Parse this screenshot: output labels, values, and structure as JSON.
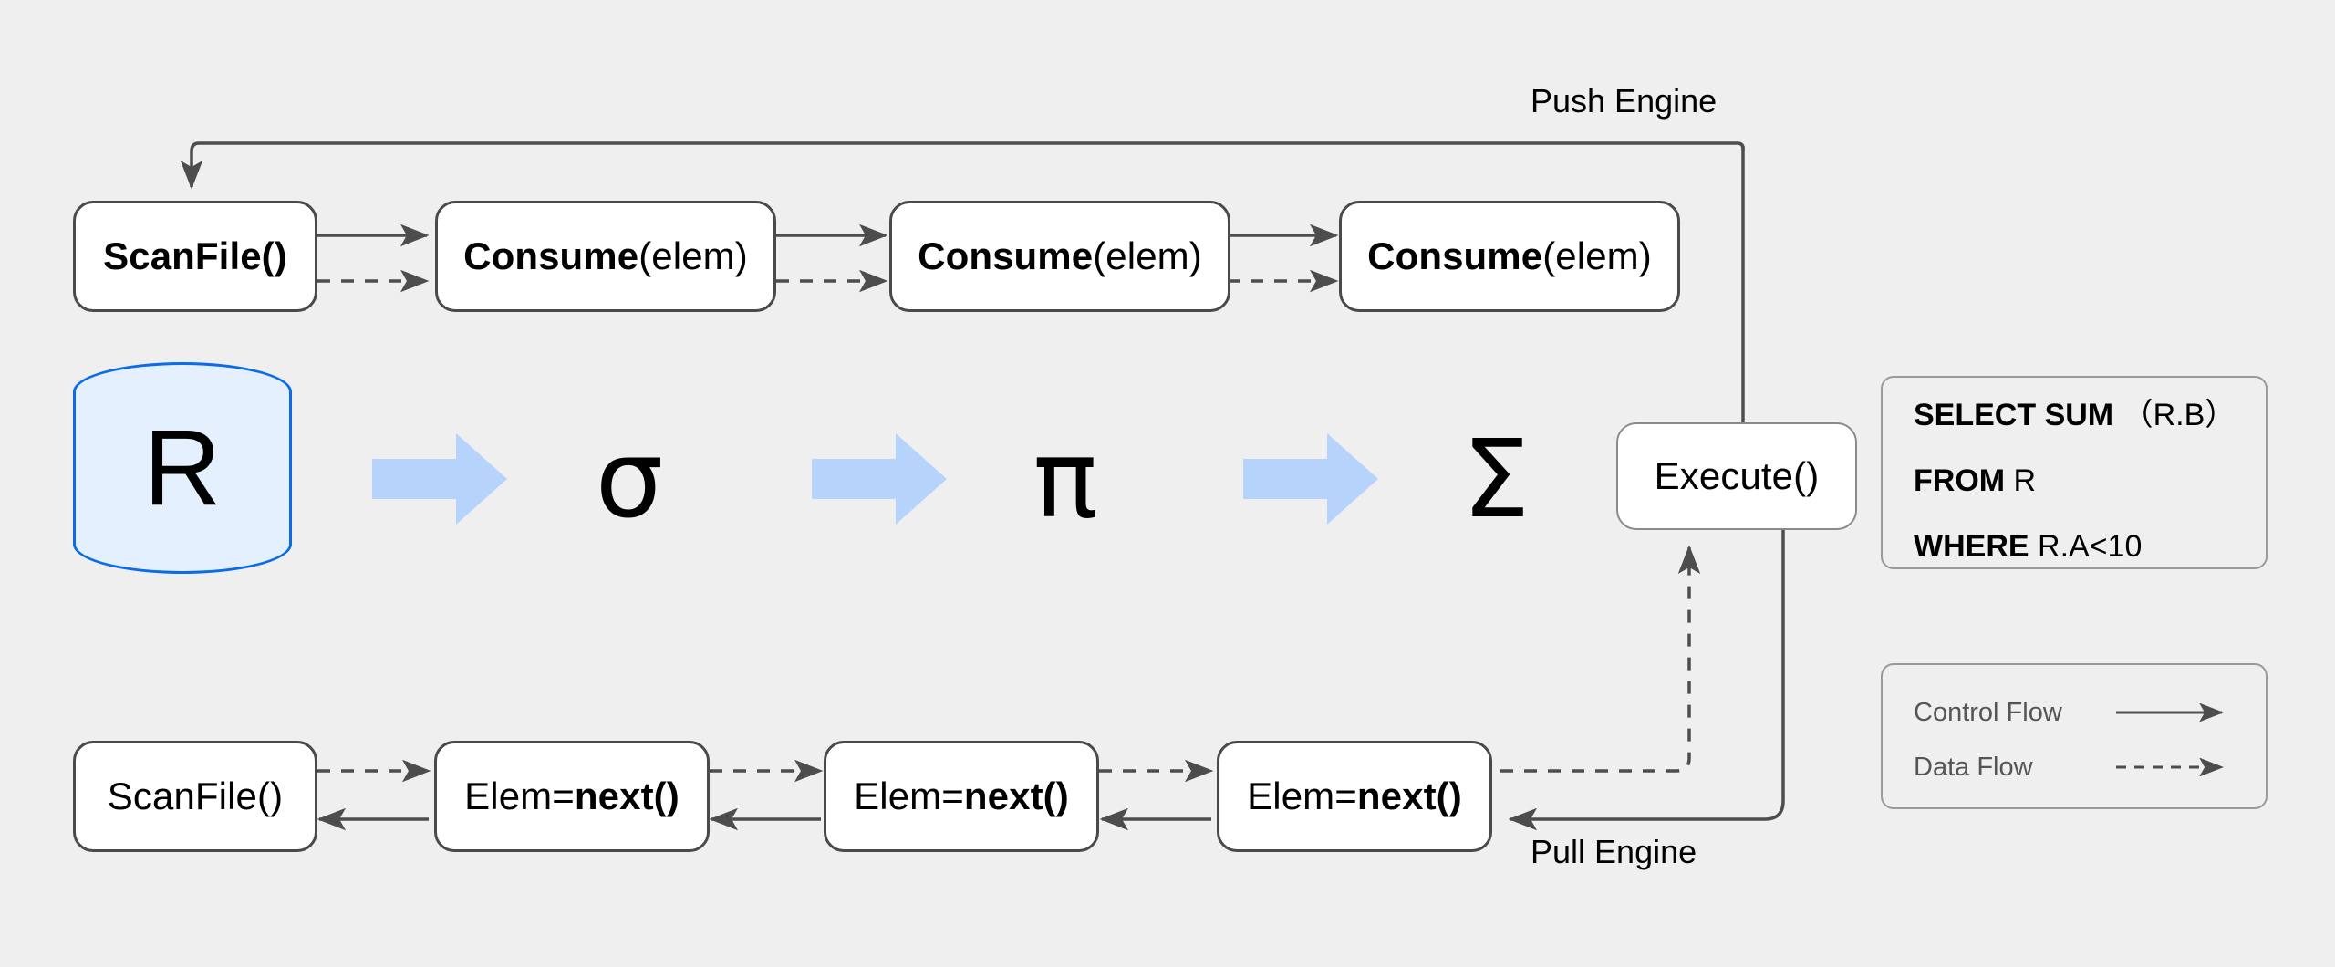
{
  "diagram": {
    "title_push": "Push Engine",
    "title_pull": "Pull Engine",
    "background_color": "#efefef",
    "node_border_color": "#4a4a4a",
    "flow_color": "#4d4d4d",
    "accent_blue": "#b6d4fb",
    "db_fill": "#e4f0fd",
    "db_stroke": "#0a6ce8"
  },
  "push_row": {
    "nodes": [
      {
        "prefix": "ScanFile()",
        "suffix": ""
      },
      {
        "prefix": "Consume",
        "suffix": "(elem)"
      },
      {
        "prefix": "Consume",
        "suffix": "(elem)"
      },
      {
        "prefix": "Consume",
        "suffix": "(elem)"
      }
    ]
  },
  "pull_row": {
    "nodes": [
      {
        "prefix": "ScanFile()",
        "suffix": ""
      },
      {
        "prefix": "Elem=",
        "suffix": "next()"
      },
      {
        "prefix": "Elem=",
        "suffix": "next()"
      },
      {
        "prefix": "Elem=",
        "suffix": "next()"
      }
    ]
  },
  "execute": {
    "label": "Execute()"
  },
  "pipeline": {
    "relation": "R",
    "operators": [
      "σ",
      "π",
      "Σ"
    ]
  },
  "sql": {
    "lines": [
      {
        "keyword": "SELECT  SUM",
        "operand": " （R.B）"
      },
      {
        "keyword": "FROM",
        "operand": "  R"
      },
      {
        "keyword": "WHERE",
        "operand": "  R.A<10"
      }
    ]
  },
  "legend": {
    "items": [
      {
        "label": "Control Flow",
        "style": "solid"
      },
      {
        "label": "Data Flow",
        "style": "dashed"
      }
    ]
  }
}
